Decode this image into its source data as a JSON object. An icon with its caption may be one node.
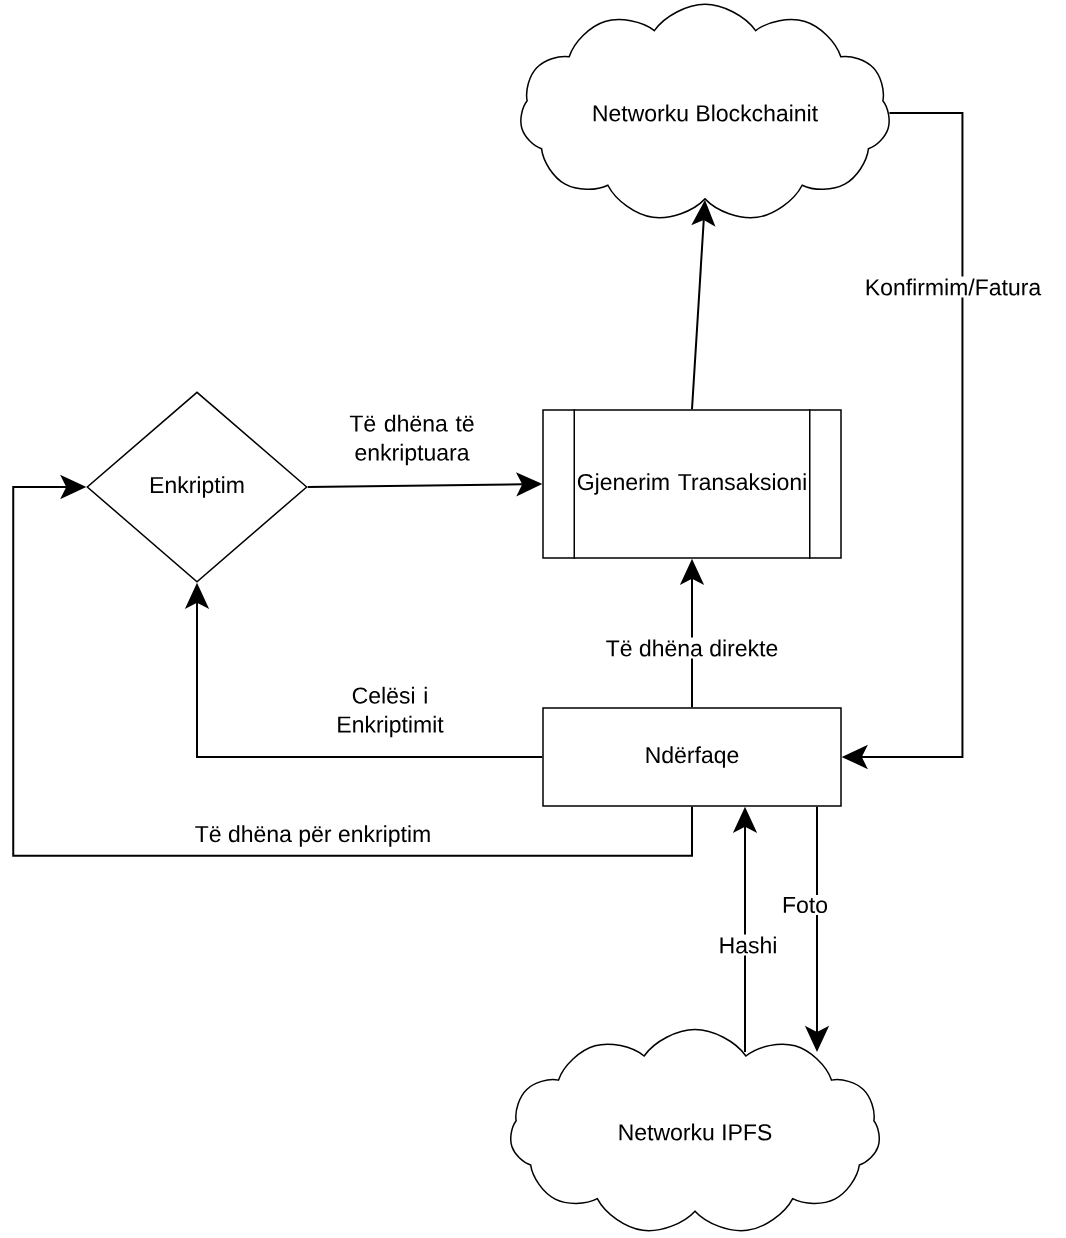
{
  "diagram": {
    "nodes": [
      {
        "text": [
          "Networku Blockchainit"
        ]
      },
      {
        "text": [
          "Enkriptim"
        ]
      },
      {
        "text": [
          "Gjenerim Transaksioni"
        ]
      },
      {
        "text": [
          "Ndërfaqe"
        ]
      },
      {
        "text": [
          "Networku IPFS"
        ]
      }
    ],
    "edges": [
      {
        "from": 2,
        "to": 0,
        "arrow": "to"
      },
      {
        "from": 0,
        "to": 3,
        "arrow": "to",
        "label": "Konfirmim/Fatura"
      },
      {
        "from": 1,
        "to": 2,
        "arrow": "to",
        "label": "Të dhëna të enkriptuara"
      },
      {
        "from": 3,
        "to": 2,
        "arrow": "to",
        "label": "Të dhëna direkte"
      },
      {
        "from": 3,
        "to": 1,
        "arrow": "to",
        "label": "Celësi i Enkriptimit"
      },
      {
        "from": 3,
        "to": 1,
        "arrow": "to",
        "label": "Të dhëna për enkriptim"
      },
      {
        "from": 4,
        "to": 3,
        "arrow": "to",
        "label": "Hashi"
      },
      {
        "from": 3,
        "to": 4,
        "arrow": "to",
        "label": "Foto"
      }
    ]
  }
}
